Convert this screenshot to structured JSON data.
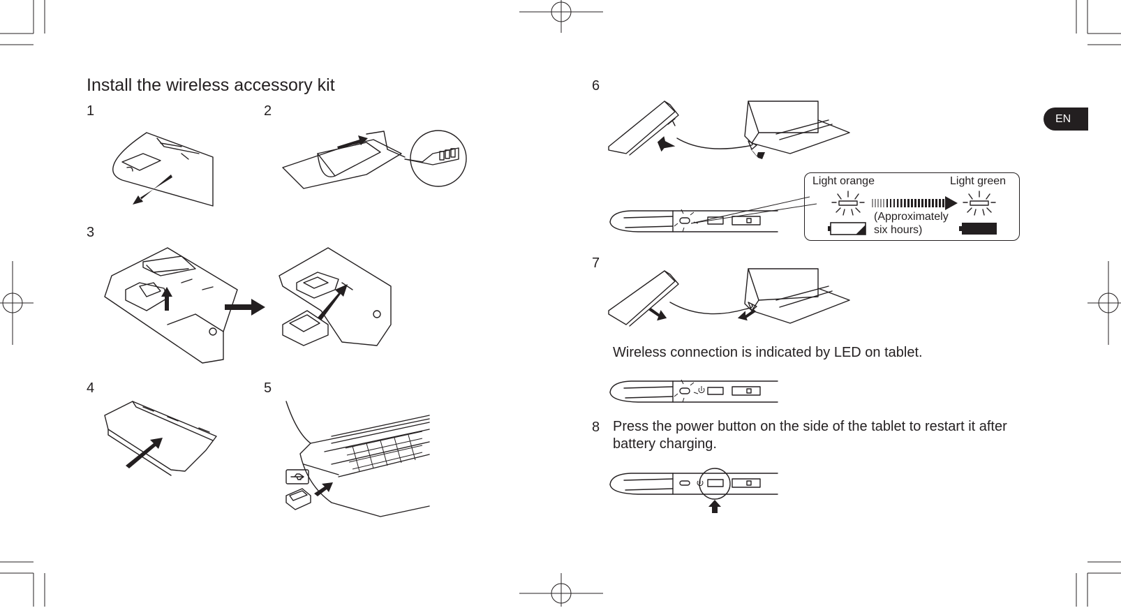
{
  "title": "Install the wireless accessory kit",
  "steps": {
    "s1": "1",
    "s2": "2",
    "s3": "3",
    "s4": "4",
    "s5": "5",
    "s6": "6",
    "s7": "7",
    "s8": "8"
  },
  "language_tab": "EN",
  "charge_indicator": {
    "light_orange": "Light orange",
    "light_green": "Light green",
    "duration_line1": "(Approximately",
    "duration_line2": "six hours)"
  },
  "wireless_text": "Wireless connection is indicated by LED on tablet.",
  "power_text_line1": "Press the power button on the side of the tablet to restart it after",
  "power_text_line2": "battery charging.",
  "icons": [
    "usb-icon",
    "battery-empty-icon",
    "battery-full-icon",
    "power-icon",
    "registration-mark-icon"
  ]
}
